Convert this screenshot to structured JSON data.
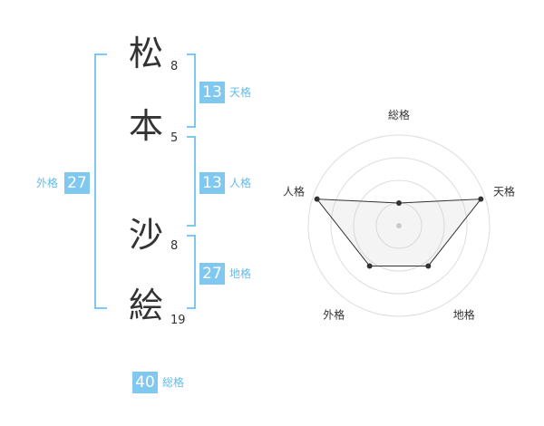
{
  "name": {
    "chars": [
      {
        "char": "松",
        "strokes": "8"
      },
      {
        "char": "本",
        "strokes": "5"
      },
      {
        "char": "沙",
        "strokes": "8"
      },
      {
        "char": "絵",
        "strokes": "19"
      }
    ]
  },
  "kakusuu": {
    "tenkaku": {
      "value": "13",
      "label": "天格"
    },
    "jinkaku": {
      "value": "13",
      "label": "人格"
    },
    "chikaku": {
      "value": "27",
      "label": "地格"
    },
    "gaikaku": {
      "value": "27",
      "label": "外格"
    },
    "soukaku": {
      "value": "40",
      "label": "総格"
    }
  },
  "colors": {
    "accent": "#80c8f0",
    "label_text": "#62bbe9"
  },
  "chart_data": {
    "type": "radar",
    "axes": [
      "総格",
      "天格",
      "地格",
      "外格",
      "人格"
    ],
    "values": [
      0.25,
      0.95,
      0.55,
      0.55,
      0.95
    ],
    "rings": 4
  }
}
